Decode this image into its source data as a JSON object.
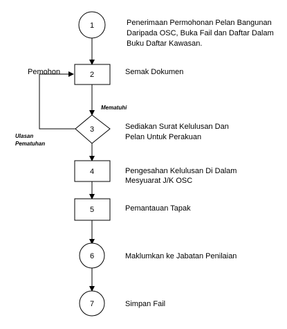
{
  "steps": [
    {
      "id": "1",
      "desc": [
        "Penerimaan Permohonan Pelan Bangunan",
        "Daripada OSC, Buka Fail dan Daftar Dalam",
        "Buku Daftar Kawasan."
      ]
    },
    {
      "id": "2",
      "desc": [
        "Semak Dokumen"
      ]
    },
    {
      "id": "3",
      "desc": [
        "Sediakan Surat Kelulusan Dan",
        "Pelan Untuk Perakuan"
      ]
    },
    {
      "id": "4",
      "desc": [
        "Pengesahan Kelulusan Di Dalam",
        "Mesyuarat J/K OSC"
      ]
    },
    {
      "id": "5",
      "desc": [
        "Pemantauan Tapak"
      ]
    },
    {
      "id": "6",
      "desc": [
        "Maklumkan ke Jabatan Penilaian"
      ]
    },
    {
      "id": "7",
      "desc": [
        "Simpan Fail"
      ]
    }
  ],
  "labels": {
    "pemohon": "Pemohon",
    "mematuhi": "Mematuhi",
    "ulasan": "Ulasan",
    "pematuhan": "Pematuhan"
  }
}
